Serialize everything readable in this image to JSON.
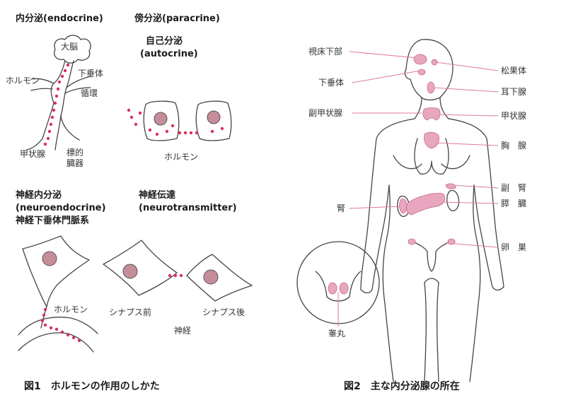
{
  "colors": {
    "hormone_dot": "#d9305c",
    "gland_fill": "#e8a6bf",
    "nucleus_fill": "#c58d99",
    "line": "#444444",
    "leader": "#e07a9a"
  },
  "figure1": {
    "endocrine": {
      "heading": "内分泌(endocrine)",
      "brain": "大脳",
      "pituitary": "下垂体",
      "hormone": "ホルモン",
      "circulation": "循環",
      "thyroid": "甲状腺",
      "target_organ_1": "標的",
      "target_organ_2": "臓器"
    },
    "paracrine": {
      "heading": "傍分泌(paracrine)",
      "autocrine_1": "自己分泌",
      "autocrine_2": "(autocrine)",
      "hormone": "ホルモン"
    },
    "neuroendocrine": {
      "heading_1": "神経内分泌",
      "heading_2": "(neuroendocrine)",
      "heading_3": "神経下垂体門脈系",
      "hormone": "ホルモン"
    },
    "neurotransmission": {
      "heading_1": "神経伝達",
      "heading_2": "(neurotransmitter)",
      "pre_synapse": "シナプス前",
      "post_synapse": "シナプス後",
      "nerve": "神経"
    },
    "caption": "図1　ホルモンの作用のしかた"
  },
  "figure2": {
    "labels": {
      "hypothalamus": "視床下部",
      "pituitary": "下垂体",
      "parathyroid": "副甲状腺",
      "kidney": "腎",
      "pineal": "松果体",
      "parotid": "耳下腺",
      "thyroid": "甲状腺",
      "thymus": "胸　腺",
      "adrenal": "副　腎",
      "pancreas": "膵　臓",
      "ovary": "卵　巣",
      "testis": "睾丸"
    },
    "caption": "図2　主な内分泌腺の所在"
  }
}
